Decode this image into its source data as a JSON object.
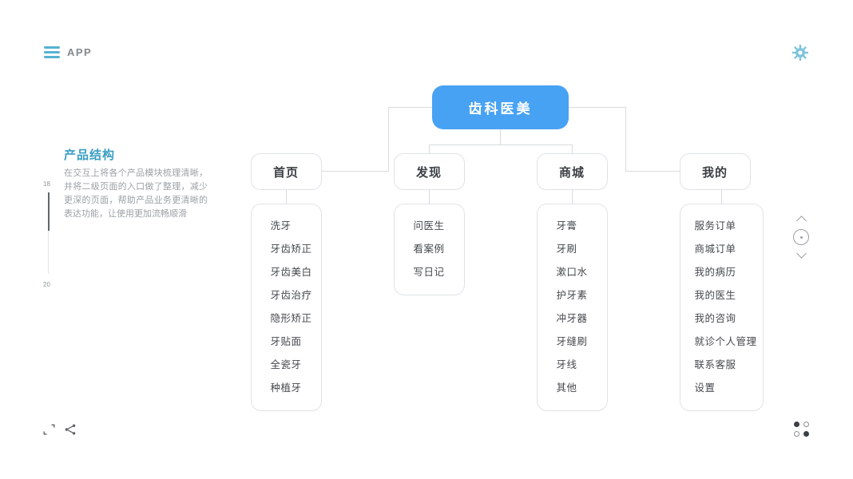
{
  "topbar": {
    "app_label": "APP",
    "menu_icon": "hamburger-icon",
    "settings_icon": "gear-icon"
  },
  "sidebar": {
    "title": "产品结构",
    "description": "在交互上将各个产品模块梳理清晰，并将二级页面的入口做了整理，减少更深的页面，帮助产品业务更清晰的表达功能，让使用更加流畅顺滑",
    "page_current": "18",
    "page_total": "20"
  },
  "diagram": {
    "root": "齿科医美",
    "branches": [
      {
        "label": "首页",
        "items": [
          "洗牙",
          "牙齿矫正",
          "牙齿美白",
          "牙齿治疗",
          "隐形矫正",
          "牙贴面",
          "全瓷牙",
          "种植牙"
        ]
      },
      {
        "label": "发现",
        "items": [
          "问医生",
          "看案例",
          "写日记"
        ]
      },
      {
        "label": "商城",
        "items": [
          "牙膏",
          "牙刷",
          "漱口水",
          "护牙素",
          "冲牙器",
          "牙缝刷",
          "牙线",
          "其他"
        ]
      },
      {
        "label": "我的",
        "items": [
          "服务订单",
          "商城订单",
          "我的病历",
          "我的医生",
          "我的咨询",
          "就诊个人管理",
          "联系客服",
          "设置"
        ]
      }
    ]
  },
  "nav_control": {
    "up_icon": "chevron-up-icon",
    "loop_icon": "circle-dot-icon",
    "down_icon": "chevron-down-icon"
  },
  "footer": {
    "fullscreen_icon": "expand-icon",
    "share_icon": "share-icon",
    "pager_icon": "grid-dots-icon"
  },
  "colors": {
    "accent_blue": "#48a2f3",
    "title_teal": "#3a9ec2",
    "icon_teal": "#55b2d2",
    "connector_gray": "#d8dbde",
    "node_text": "#3b3f44",
    "body_gray": "#9ca1a6"
  }
}
